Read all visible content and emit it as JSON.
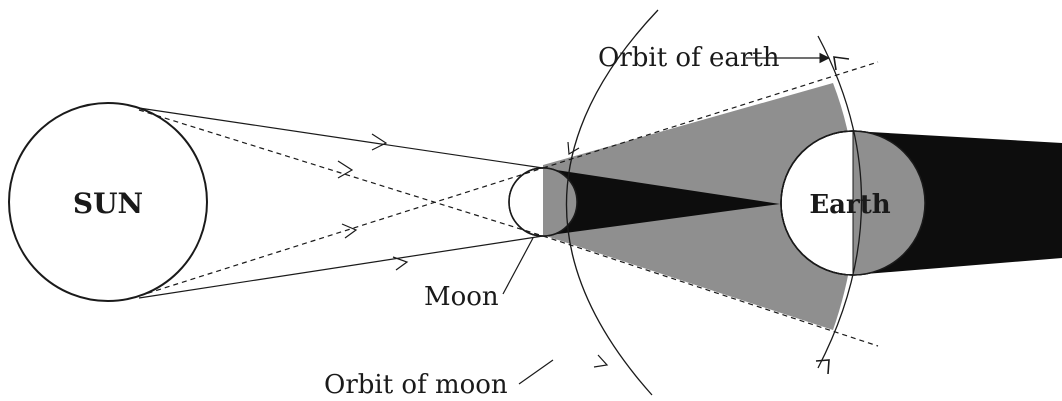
{
  "labels": {
    "sun": "SUN",
    "earth": "Earth",
    "moon": "Moon",
    "orbit_of_earth": "Orbit of earth",
    "orbit_of_moon": "Orbit of moon"
  },
  "colors": {
    "background": "#ffffff",
    "line": "#1a1a1a",
    "penumbra": "#8f8f8f",
    "umbra": "#0d0d0d",
    "body_fill": "#ffffff"
  }
}
